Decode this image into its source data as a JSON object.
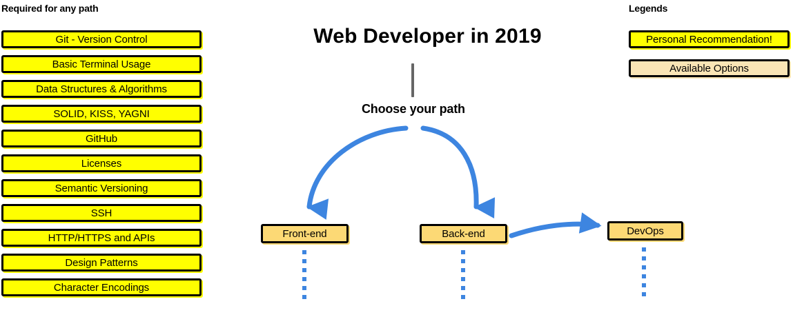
{
  "diagram": {
    "title": "Web Developer in 2019",
    "trunk_label": "Choose your path",
    "accent_blue": "#3d85e0",
    "trunk_gray": "#666666"
  },
  "required_section": {
    "heading": "Required for any path",
    "box_fill": "#ffff00",
    "items": [
      {
        "label": "Git - Version Control"
      },
      {
        "label": "Basic Terminal Usage"
      },
      {
        "label": "Data Structures & Algorithms"
      },
      {
        "label": "SOLID, KISS, YAGNI"
      },
      {
        "label": "GitHub"
      },
      {
        "label": "Licenses"
      },
      {
        "label": "Semantic Versioning"
      },
      {
        "label": "SSH"
      },
      {
        "label": "HTTP/HTTPS and APIs"
      },
      {
        "label": "Design Patterns"
      },
      {
        "label": "Character Encodings"
      }
    ]
  },
  "paths": {
    "node_fill": "#fcd975",
    "nodes": [
      {
        "label": "Front-end"
      },
      {
        "label": "Back-end"
      },
      {
        "label": "DevOps"
      }
    ]
  },
  "legends": {
    "heading": "Legends",
    "entries": [
      {
        "label": "Personal Recommendation!",
        "color": "#ffff00"
      },
      {
        "label": "Available Options",
        "color": "#fae5b5"
      }
    ]
  }
}
